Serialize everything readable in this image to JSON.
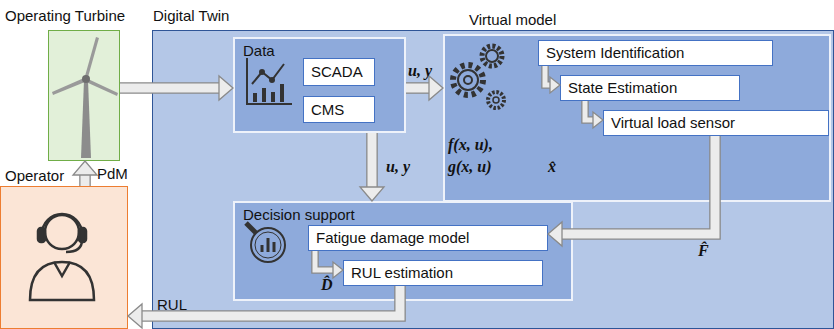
{
  "diagram": {
    "nodes": [
      {
        "text": [
          "Operating Turbine"
        ]
      },
      {
        "text": [
          "Digital Twin"
        ]
      },
      {
        "text": [
          "Data"
        ],
        "in": 1
      },
      {
        "text": [
          "SCADA"
        ],
        "in": 2
      },
      {
        "text": [
          "CMS"
        ],
        "in": 2
      },
      {
        "text": [
          "Virtual model"
        ],
        "in": 1
      },
      {
        "text": [
          "System Identification"
        ],
        "in": 5
      },
      {
        "text": [
          "State Estimation"
        ],
        "in": 5
      },
      {
        "text": [
          "Virtual load sensor"
        ],
        "in": 5
      },
      {
        "text": [
          "Operator"
        ]
      },
      {
        "text": [
          "Decision support"
        ],
        "in": 1
      },
      {
        "text": [
          "Fatigue damage model"
        ],
        "in": 10
      },
      {
        "text": [
          "RUL estimation"
        ],
        "in": 10
      }
    ],
    "edges": [
      {
        "from": 0,
        "to": 2,
        "arrow": "to"
      },
      {
        "from": 2,
        "to": 5,
        "label": "u, y",
        "arrow": "to"
      },
      {
        "from": 2,
        "to": 10,
        "label": "u, y",
        "arrow": "to"
      },
      {
        "from": 6,
        "to": 7,
        "arrow": "to"
      },
      {
        "from": 7,
        "to": 8,
        "arrow": "to"
      },
      {
        "from": 8,
        "to": 11,
        "label": "F̂",
        "arrow": "to"
      },
      {
        "from": 11,
        "to": 12,
        "label": "D̂",
        "arrow": "to"
      },
      {
        "from": 12,
        "to": 9,
        "label": "RUL",
        "arrow": "to"
      },
      {
        "from": 9,
        "to": 0,
        "label": "PdM",
        "arrow": "to"
      }
    ],
    "labels": [
      "f(x, u),",
      "g(x, u)",
      "x̂"
    ]
  }
}
